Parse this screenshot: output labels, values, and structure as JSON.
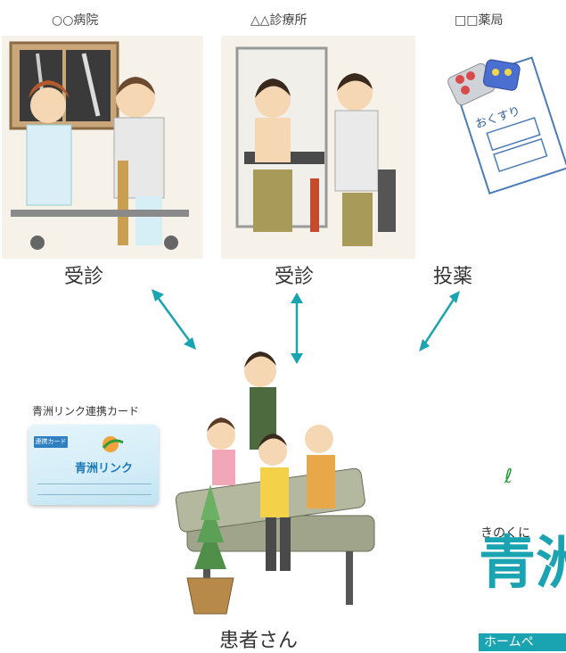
{
  "facilities": [
    {
      "name": "○○病院",
      "action": "受診"
    },
    {
      "name": "△△診療所",
      "action": "受診"
    },
    {
      "name": "□□薬局",
      "action": "投薬"
    }
  ],
  "pharmacy": {
    "envelope_label": "おくすり"
  },
  "patient": {
    "label": "患者さん"
  },
  "card": {
    "title": "青洲リンク連携カード",
    "badge": "連携カード",
    "brand": "青洲リンク"
  },
  "side": {
    "sub": "きのくに",
    "brand": "青洲",
    "homepage": "ホームペ"
  },
  "colors": {
    "arrow": "#1aa3b0",
    "brand": "#1aa3b0"
  }
}
